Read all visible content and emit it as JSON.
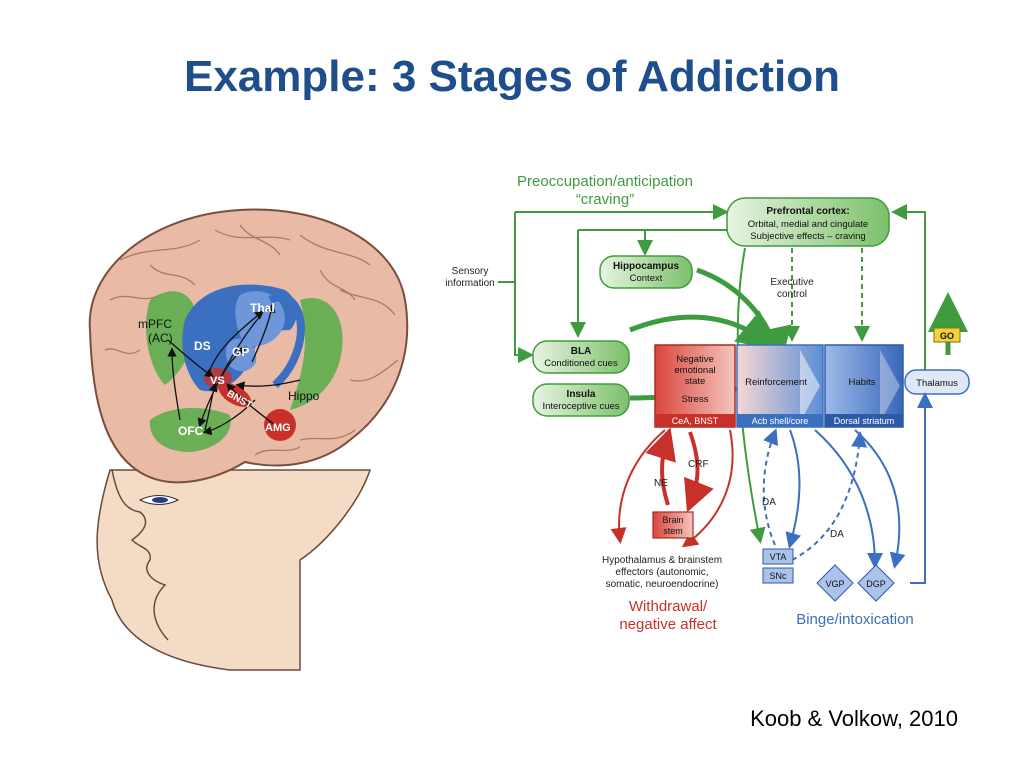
{
  "slide": {
    "title": "Example: 3 Stages of Addiction",
    "citation": "Koob & Volkow, 2010"
  },
  "brain": {
    "labels": {
      "mpfc": "mPFC",
      "ac": "(AC)",
      "ds": "DS",
      "thal": "Thal",
      "gp": "GP",
      "vs": "VS",
      "bnst": "BNST",
      "hippo": "Hippo",
      "ofc": "OFC",
      "amg": "AMG"
    }
  },
  "circuit": {
    "stage_top_line1": "Preoccupation/anticipation",
    "stage_top_line2": "“craving”",
    "stage_left_line1": "Withdrawal/",
    "stage_left_line2": "negative affect",
    "stage_right": "Binge/intoxication",
    "sensory_line1": "Sensory",
    "sensory_line2": "information",
    "pfc_title": "Prefrontal cortex:",
    "pfc_line1": "Orbital, medial and cingulate",
    "pfc_line2": "Subjective effects – craving",
    "hippocampus_title": "Hippocampus",
    "hippocampus_sub": "Context",
    "exec_line1": "Executive",
    "exec_line2": "control",
    "bla_title": "BLA",
    "bla_sub": "Conditioned cues",
    "insula_title": "Insula",
    "insula_sub": "Interoceptive cues",
    "neg_line1": "Negative",
    "neg_line2": "emotional",
    "neg_line3": "state",
    "neg_stress": "Stress",
    "neg_foot": "CeA, BNST",
    "reinf": "Reinforcement",
    "reinf_foot": "Acb shell/core",
    "habits": "Habits",
    "habits_foot": "Dorsal striatum",
    "thalamus": "Thalamus",
    "go": "GO",
    "crf": "CRF",
    "ne": "NE",
    "brainstem_line1": "Brain",
    "brainstem_line2": "stem",
    "hypo_line1": "Hypothalamus & brainstem",
    "hypo_line2": "effectors (autonomic,",
    "hypo_line3": "somatic, neuroendocrine)",
    "da1": "DA",
    "da2": "DA",
    "vta": "VTA",
    "snc": "SNc",
    "vgp": "VGP",
    "dgp": "DGP"
  },
  "colors": {
    "title": "#1f4e8c",
    "green": "#3f9b3f",
    "red": "#c8312a",
    "blue": "#3b6fc0"
  }
}
